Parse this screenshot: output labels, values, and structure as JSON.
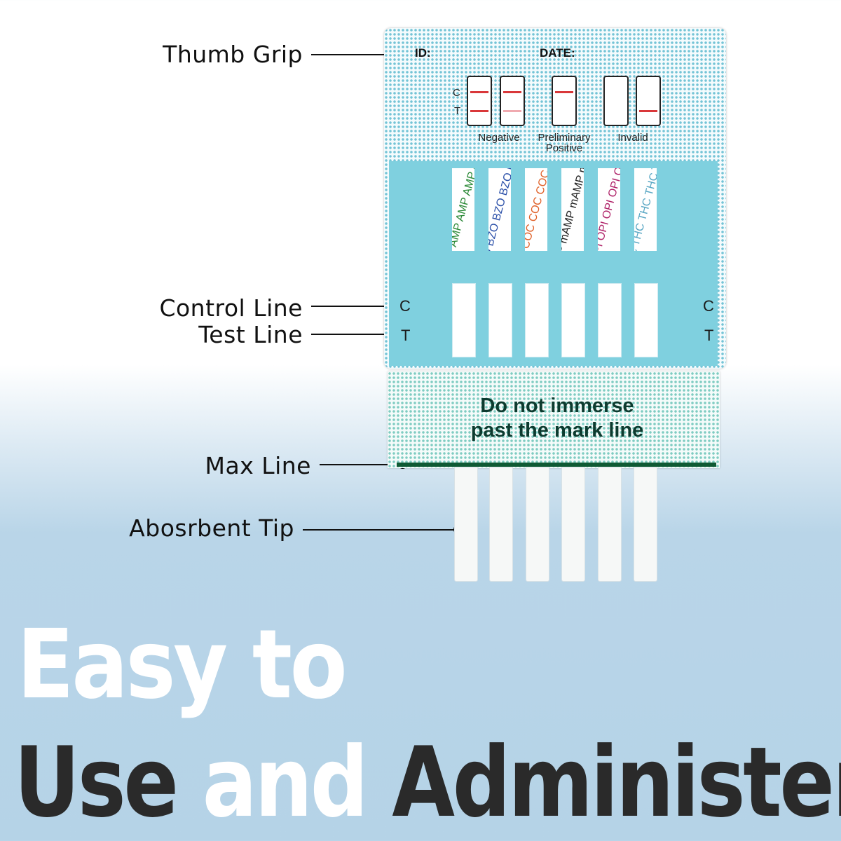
{
  "callouts": {
    "thumb_grip": "Thumb Grip",
    "control_line": "Control Line",
    "test_line": "Test Line",
    "max_line": "Max Line",
    "absorbent_tip": "Abosrbent Tip"
  },
  "card": {
    "id_label": "ID:",
    "date_label": "DATE:",
    "c_letter": "C",
    "t_letter": "T",
    "legend": {
      "negative": "Negative",
      "preliminary_positive_line1": "Preliminary",
      "preliminary_positive_line2": "Positive",
      "invalid": "Invalid"
    },
    "strips": [
      {
        "code": "AMP",
        "text": "AMP AMP AMP AMP AMP",
        "color": "#2e8b3a"
      },
      {
        "code": "BZO",
        "text": "BZO BZO BZO BZO BZO",
        "color": "#2a4fa8"
      },
      {
        "code": "COC",
        "text": "COC COC COC COC COC",
        "color": "#e0622a"
      },
      {
        "code": "mAMP",
        "text": "mAMP mAMP mAMP mAMP",
        "color": "#222222"
      },
      {
        "code": "OPI",
        "text": "OPI OPI OPI OPI OPI",
        "color": "#b0246a"
      },
      {
        "code": "THC",
        "text": "THC THC THC THC THC",
        "color": "#5aa7c4"
      }
    ],
    "window_c": "C",
    "window_t": "T",
    "immerse_line1": "Do not immerse",
    "immerse_line2": "past the mark line"
  },
  "headline": {
    "line1": "Easy to",
    "line2_part1": "Use ",
    "line2_part2": "and",
    "line2_part3": " Administer"
  }
}
